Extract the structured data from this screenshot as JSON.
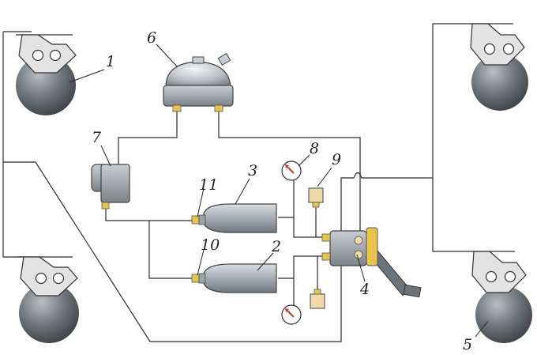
{
  "diagram": {
    "callouts": [
      "1",
      "2",
      "3",
      "4",
      "5",
      "6",
      "7",
      "8",
      "9",
      "10",
      "11"
    ]
  },
  "colors": {
    "wheel": "#6e757c",
    "bracket": "#e3e3e3",
    "cylinder": "#a9b2ba",
    "fitting": "#e8c54a",
    "gauge_needle": "#d23a2a",
    "pipe": "#2b2b2b"
  },
  "icons": {
    "wheel": "brake-wheel-icon",
    "gauge": "pressure-gauge-icon",
    "valve": "valve-icon",
    "pedal": "pedal-icon"
  }
}
